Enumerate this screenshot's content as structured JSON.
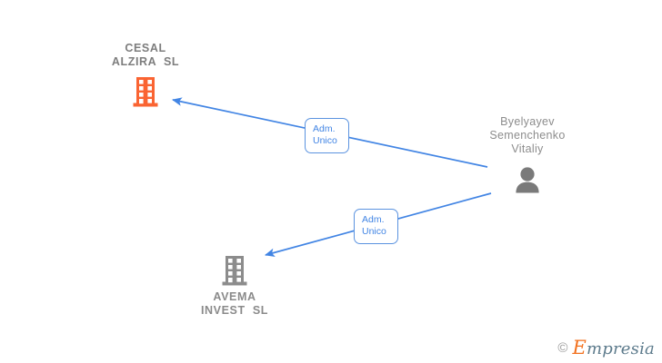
{
  "diagram": {
    "type": "relationship-graph",
    "background_color": "#ffffff",
    "nodes": [
      {
        "id": "cesal",
        "kind": "company",
        "icon": "building-icon",
        "icon_color": "#fa6432",
        "label_lines": "CESAL\nALZIRA  SL",
        "label_color": "#7d7d7d"
      },
      {
        "id": "avema",
        "kind": "company",
        "icon": "building-icon",
        "icon_color": "#8c8c8c",
        "label_lines": "AVEMA\nINVEST  SL",
        "label_color": "#8a8a8a"
      },
      {
        "id": "person",
        "kind": "person",
        "icon": "person-icon",
        "icon_color": "#7a7a7a",
        "label_lines": "Byelyayev\nSemenchenko\nVitaliy",
        "label_color": "#8d8d8d"
      }
    ],
    "edges": [
      {
        "id": "edge-person-cesal",
        "from": "person",
        "to": "cesal",
        "label": "Adm.\nUnico",
        "color": "#4285e4",
        "arrow": "arrowhead-left"
      },
      {
        "id": "edge-person-avema",
        "from": "person",
        "to": "avema",
        "label": "Adm.\nUnico",
        "color": "#4285e4",
        "arrow": "arrowhead-left"
      }
    ]
  },
  "watermark": {
    "copyright_symbol": "©",
    "brand_initial": "E",
    "brand_rest": "mpresia",
    "initial_color": "#f2701d",
    "rest_color": "#5d7b8c"
  }
}
